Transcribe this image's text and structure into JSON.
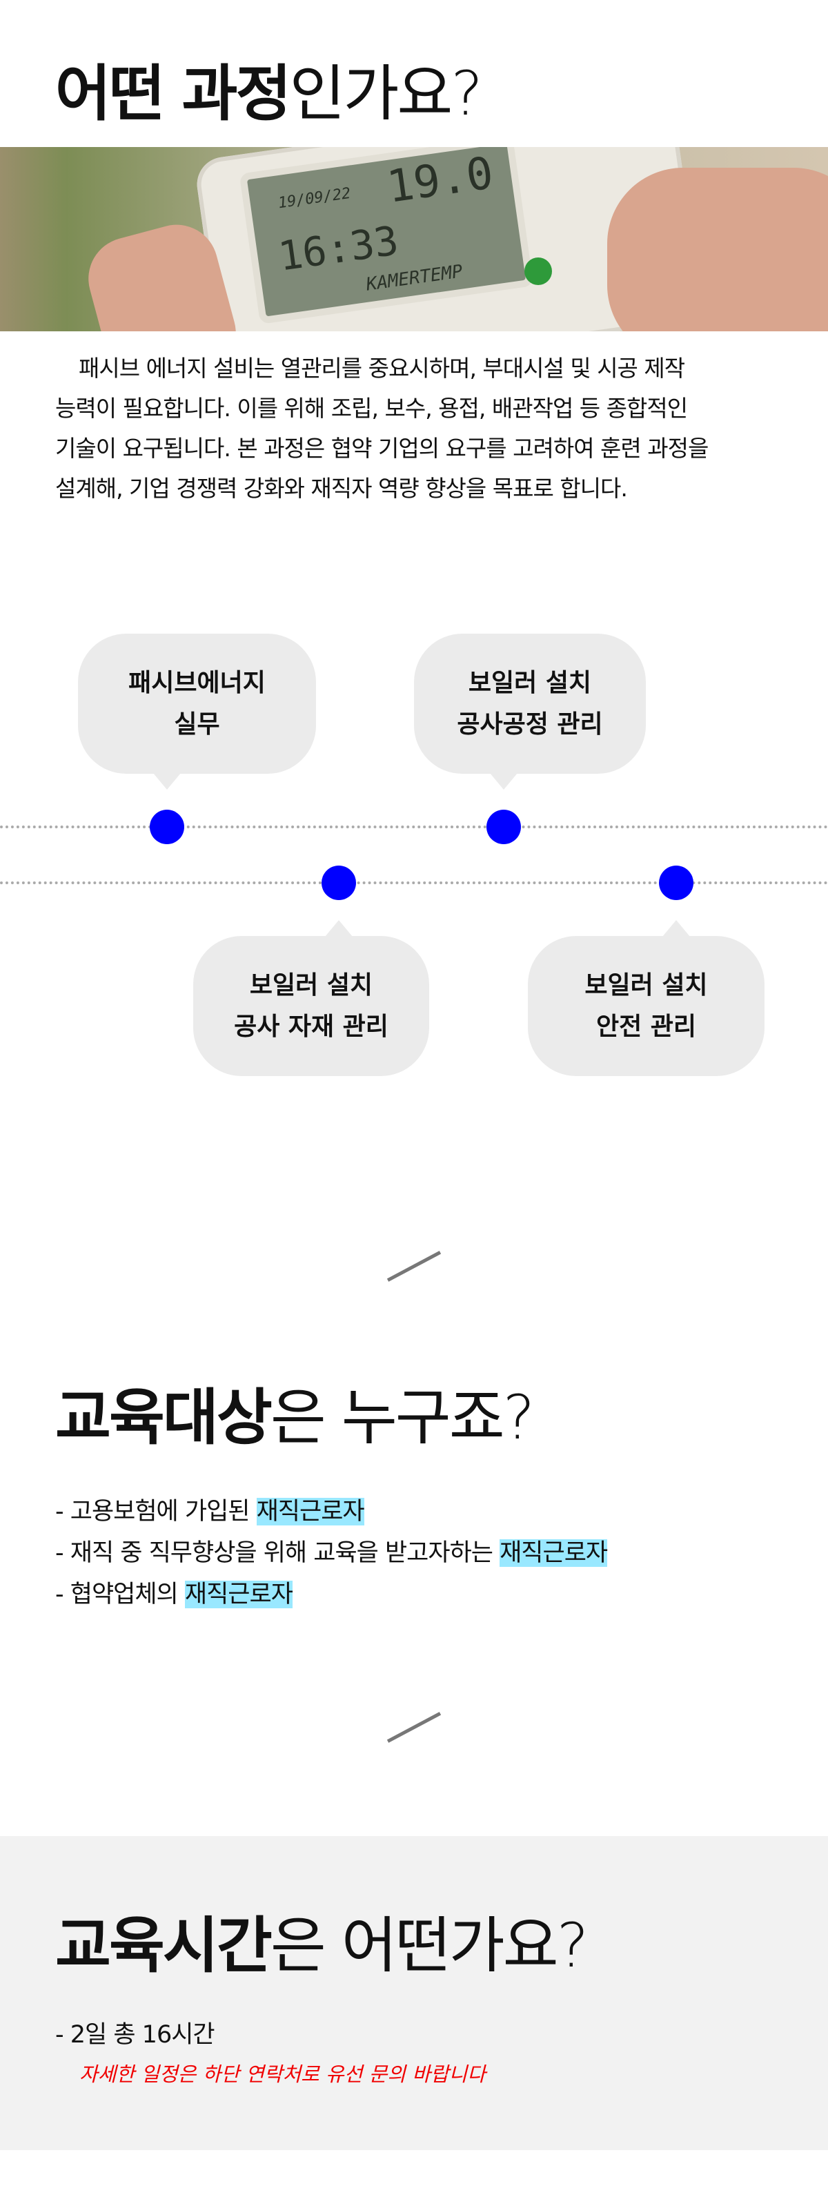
{
  "section1": {
    "title_bold": "어떤 과정",
    "title_light": "인가요?",
    "photo": {
      "lcd_date": "19/09/22",
      "lcd_temp": "19.0",
      "lcd_time": "16:33",
      "lcd_label": "KAMERTEMP"
    },
    "paragraph_lines": [
      "패시브 에너지 설비는 열관리를 중요시하며, 부대시설 및 시공 제작",
      "능력이 필요합니다. 이를 위해 조립, 보수, 용접, 배관작업 등 종합적인",
      "기술이 요구됩니다. 본 과정은 협약 기업의 요구를 고려하여 훈련 과정을",
      "설계해, 기업 경쟁력 강화와 재직자 역량 향상을 목표로 합니다."
    ]
  },
  "timeline": {
    "dot_color": "#0000ff",
    "items": [
      {
        "line1": "패시브에너지",
        "line2": "실무"
      },
      {
        "line1": "보일러 설치",
        "line2": "공사 자재 관리"
      },
      {
        "line1": "보일러 설치",
        "line2": "공사공정 관리"
      },
      {
        "line1": "보일러 설치",
        "line2": "안전 관리"
      }
    ]
  },
  "section2": {
    "title_bold": "교육대상",
    "title_light": "은 누구죠?",
    "highlight_color": "#99e8ff",
    "items": [
      {
        "text": "- 고용보험에 가입된 ",
        "highlight": "재직근로자"
      },
      {
        "text": "- 재직 중 직무향상을 위해 교육을 받고자하는 ",
        "highlight": "재직근로자"
      },
      {
        "text": "- 협약업체의 ",
        "highlight": "재직근로자"
      }
    ]
  },
  "section3": {
    "title_bold": "교육시간",
    "title_light": "은 어떤가요?",
    "item": "- 2일 총 16시간",
    "note": "자세한 일정은 하단 연락처로 유선 문의 바랍니다",
    "note_color": "#f00000"
  }
}
